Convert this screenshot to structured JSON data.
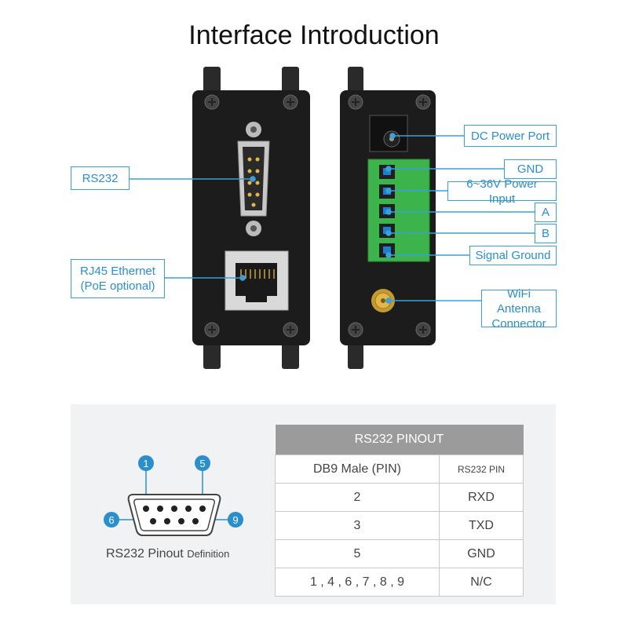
{
  "title": "Interface Introduction",
  "left_labels": {
    "rs232": "RS232",
    "rj45_line1": "RJ45 Ethernet",
    "rj45_line2": "(PoE optional)"
  },
  "right_labels": {
    "dc_power": "DC Power Port",
    "gnd": "GND",
    "power_input": "6~36V Power Input",
    "a": "A",
    "b": "B",
    "signal_ground": "Signal Ground",
    "wifi_line1": "WiFi Antenna",
    "wifi_line2": "Connector"
  },
  "db9": {
    "pin_1": "1",
    "pin_5": "5",
    "pin_6": "6",
    "pin_9": "9",
    "caption": "RS232 Pinout",
    "caption_sub": "Definition"
  },
  "pinout_table": {
    "title": "RS232 PINOUT",
    "col1": "DB9 Male (PIN)",
    "col2": "RS232 PIN",
    "rows": [
      [
        "2",
        "RXD"
      ],
      [
        "3",
        "TXD"
      ],
      [
        "5",
        "GND"
      ],
      [
        "1 , 4 , 6 , 7 , 8 , 9",
        "N/C"
      ]
    ]
  },
  "colors": {
    "accent": "#3aa0d8",
    "device_body": "#1c1c1c",
    "terminal_green": "#3cb44b",
    "table_header": "#9b9b9b"
  }
}
